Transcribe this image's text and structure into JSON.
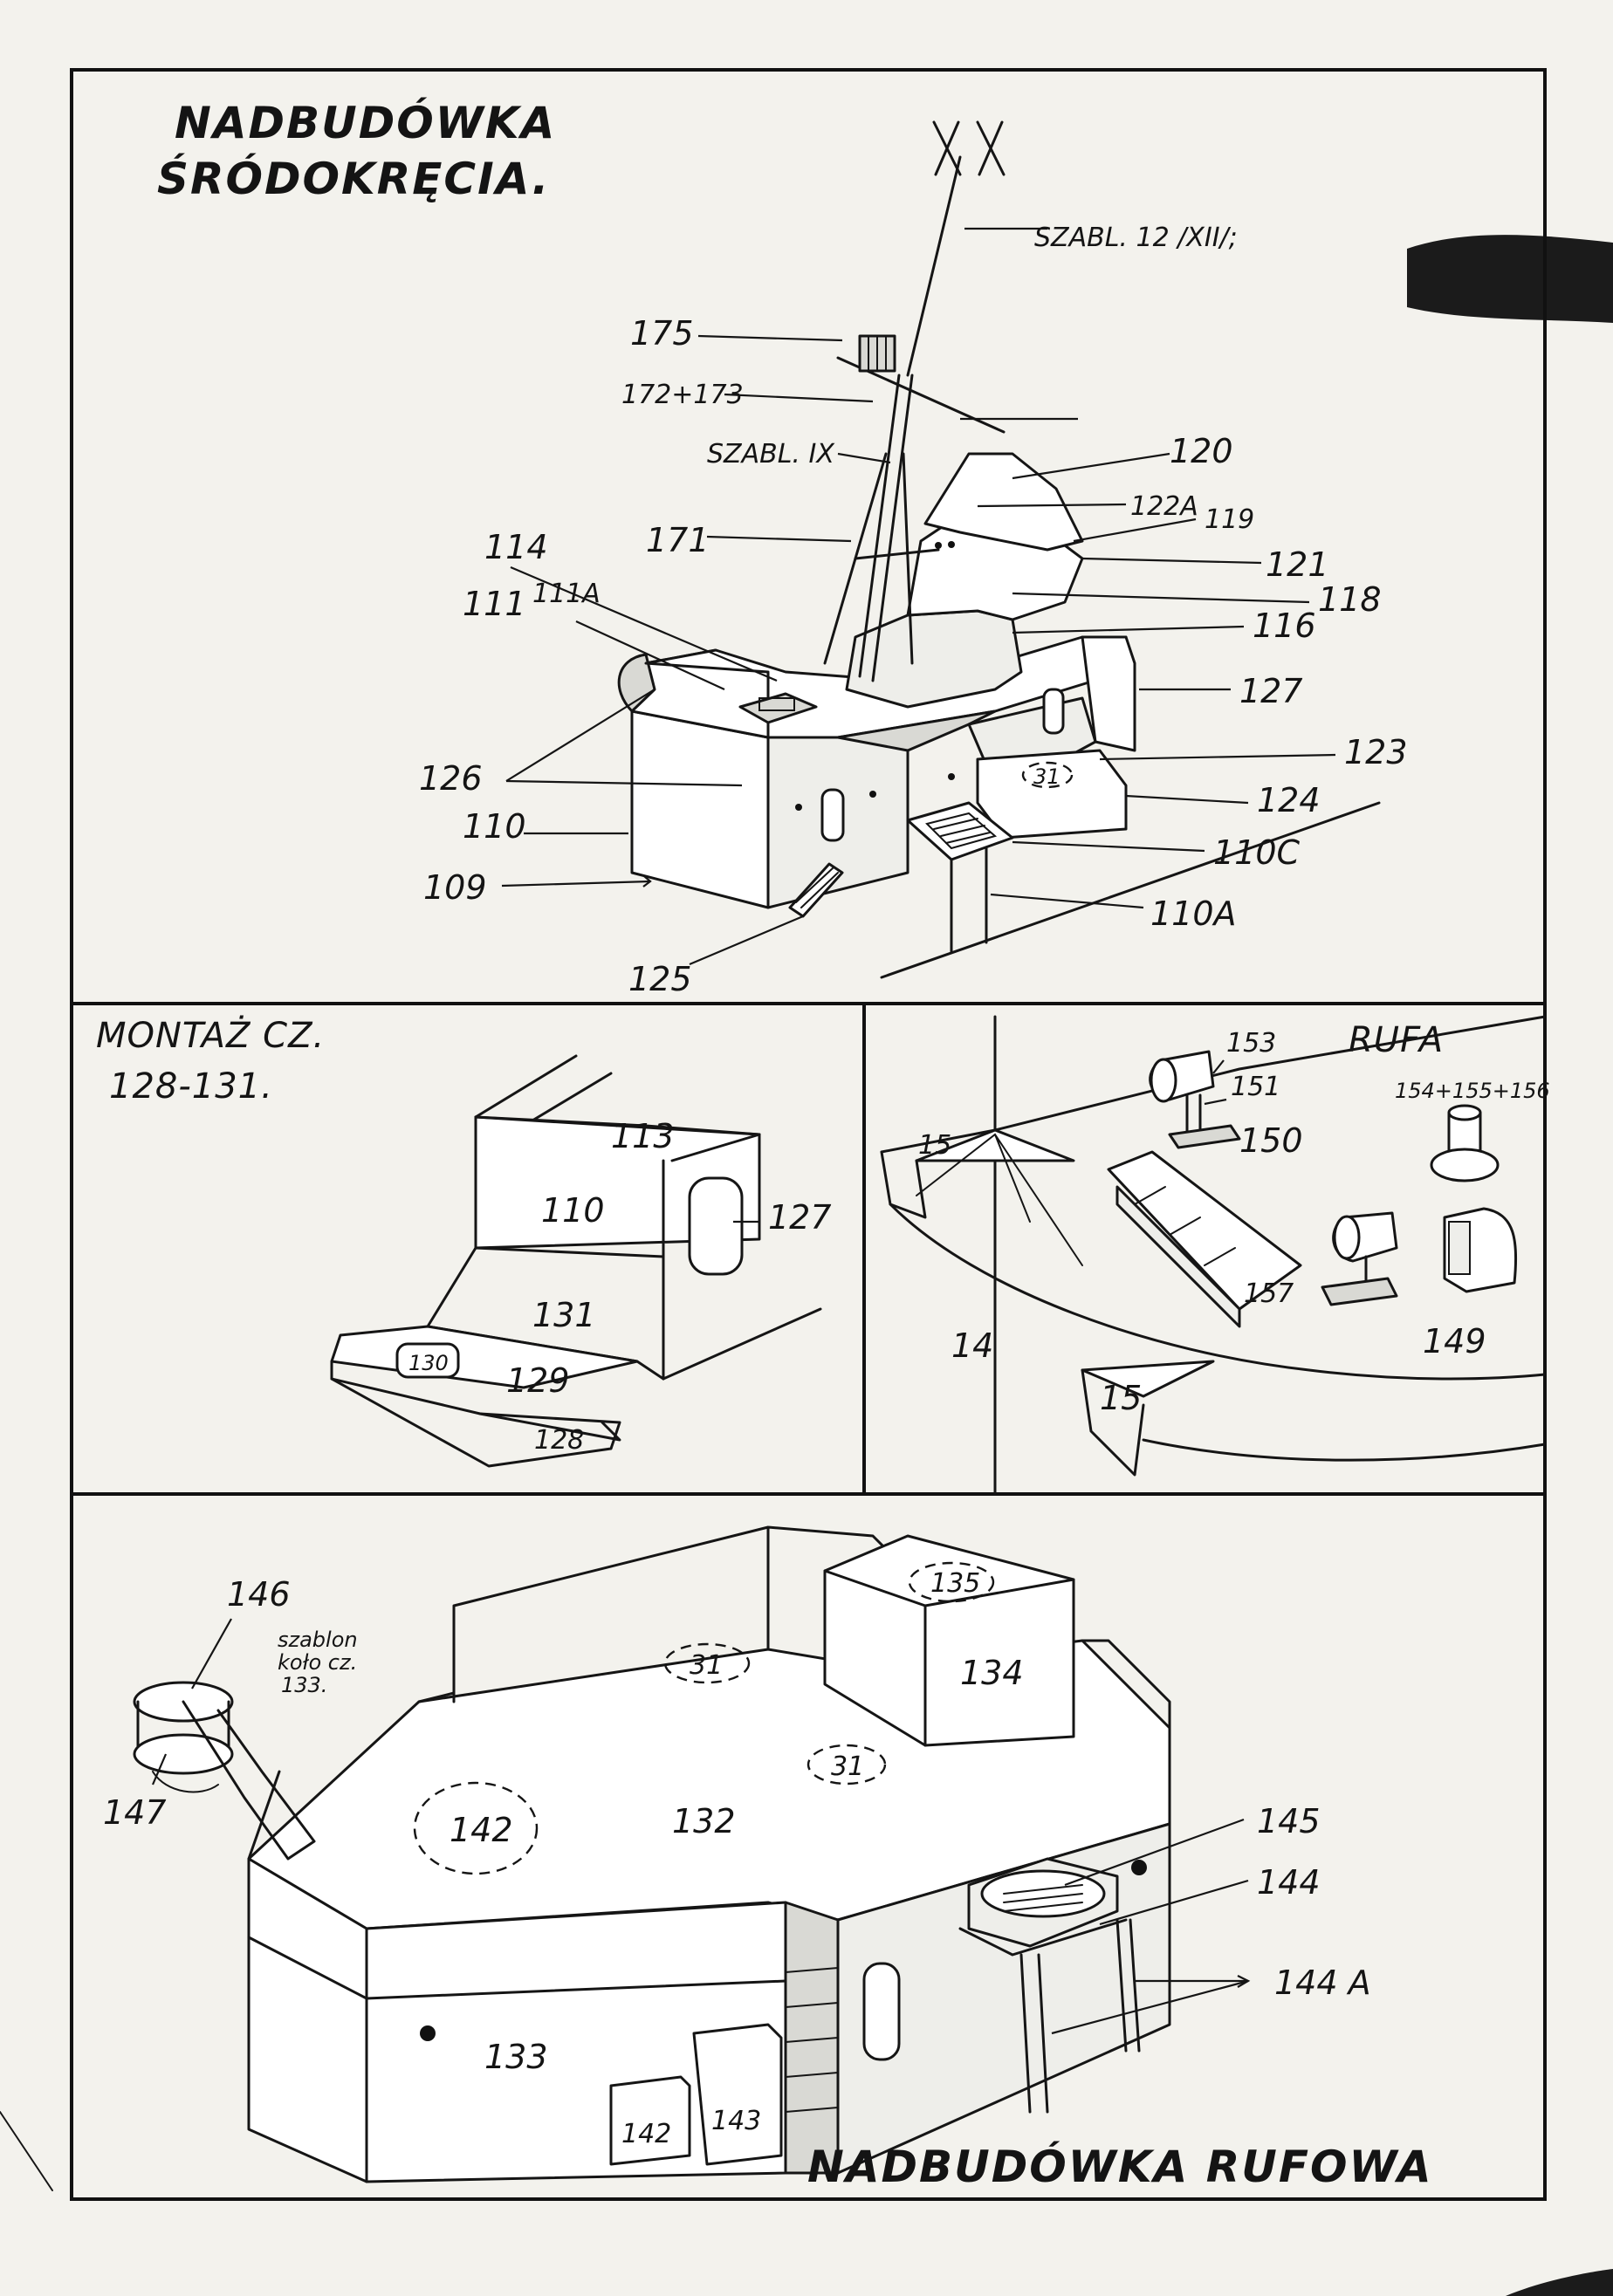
{
  "midship": {
    "title_line1": "NADBUDÓWKA",
    "title_line2": "ŚRÓDOKRĘCIA.",
    "template_12": "SZABL. 12 /XII/;",
    "template_9": "SZABL. IX",
    "labels": {
      "p175": "175",
      "p172": "172+173",
      "p120": "120",
      "p122a": "122A",
      "p119": "119",
      "p171": "171",
      "p121": "121",
      "p114": "114",
      "p118": "118",
      "p111": "111",
      "p111a": "111A",
      "p116": "116",
      "p127": "127",
      "p126": "126",
      "p123": "123",
      "p124": "124",
      "p110": "110",
      "p110c": "110C",
      "p109": "109",
      "p110a": "110A",
      "p125": "125",
      "p31": "31"
    }
  },
  "assembly": {
    "title_line1": "MONTAŻ CZ.",
    "title_line2": "128-131.",
    "labels": {
      "p113": "113",
      "p110": "110",
      "p127": "127",
      "p131": "131",
      "p130": "130",
      "p129": "129",
      "p128": "128"
    }
  },
  "stern": {
    "title": "RUFA",
    "labels": {
      "p153": "153",
      "p151": "151",
      "p150": "150",
      "p154": "154+155+156",
      "p15a": "15",
      "p14": "14",
      "p157": "157",
      "p149": "149",
      "p15b": "15"
    }
  },
  "aft": {
    "title": "NADBUDÓWKA RUFOWA",
    "template_note_1": "szablon",
    "template_note_2": "koło cz.",
    "template_note_3": "133.",
    "labels": {
      "p146": "146",
      "p147": "147",
      "p142_top": "142",
      "p31_a": "31",
      "p31_b": "31",
      "p132": "132",
      "p135": "135",
      "p134": "134",
      "p145": "145",
      "p144": "144",
      "p144a": "144 A",
      "p133": "133",
      "p142": "142",
      "p143": "143"
    }
  }
}
